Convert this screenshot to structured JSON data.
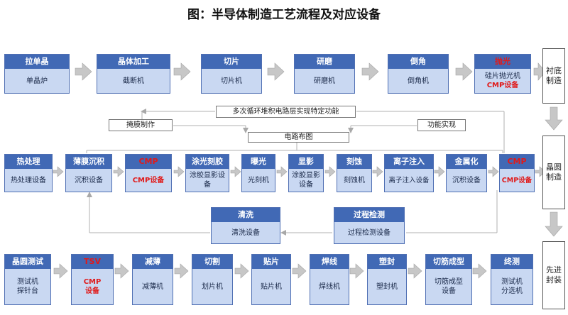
{
  "title": "图：半导体制造工艺流程及对应设备",
  "stages": [
    "衬底制造",
    "晶圆制造",
    "先进封装"
  ],
  "row1": [
    {
      "head": "拉单晶",
      "body": "单晶炉"
    },
    {
      "head": "晶体加工",
      "body": "截断机"
    },
    {
      "head": "切片",
      "body": "切片机"
    },
    {
      "head": "研磨",
      "body": "研磨机"
    },
    {
      "head": "倒角",
      "body": "倒角机"
    },
    {
      "head": "抛光",
      "body": "硅片抛光机",
      "body2": "CMP设备"
    }
  ],
  "labels": {
    "multi": "多次循环堆积电路层实现特定功能",
    "mask": "掩膜制作",
    "circuit": "电路布图",
    "function": "功能实现"
  },
  "row2": [
    {
      "head": "热处理",
      "body": "热处理设备"
    },
    {
      "head": "薄膜沉积",
      "body": "沉积设备"
    },
    {
      "head": "CMP",
      "body": "CMP设备"
    },
    {
      "head": "涂光刻胶",
      "body": "涂胶显影设备"
    },
    {
      "head": "曝光",
      "body": "光刻机"
    },
    {
      "head": "显影",
      "body": "涂胶显影设备"
    },
    {
      "head": "刻蚀",
      "body": "刻蚀机"
    },
    {
      "head": "离子注入",
      "body": "离子注入设备"
    },
    {
      "head": "金属化",
      "body": "沉积设备"
    },
    {
      "head": "CMP",
      "body": "CMP设备"
    }
  ],
  "row2b": [
    {
      "head": "清洗",
      "body": "清洗设备"
    },
    {
      "head": "过程检测",
      "body": "过程检测设备"
    }
  ],
  "row3": [
    {
      "head": "晶圆测试",
      "body": "测试机",
      "body2": "探针台"
    },
    {
      "head": "TSV",
      "body": "CMP",
      "body2": "设备"
    },
    {
      "head": "减薄",
      "body": "减薄机"
    },
    {
      "head": "切割",
      "body": "划片机"
    },
    {
      "head": "贴片",
      "body": "贴片机"
    },
    {
      "head": "焊线",
      "body": "焊线机"
    },
    {
      "head": "塑封",
      "body": "塑封机"
    },
    {
      "head": "切筋成型",
      "body": "切筋成型",
      "body2": "设备"
    },
    {
      "head": "终测",
      "body": "测试机",
      "body2": "分选机"
    }
  ]
}
